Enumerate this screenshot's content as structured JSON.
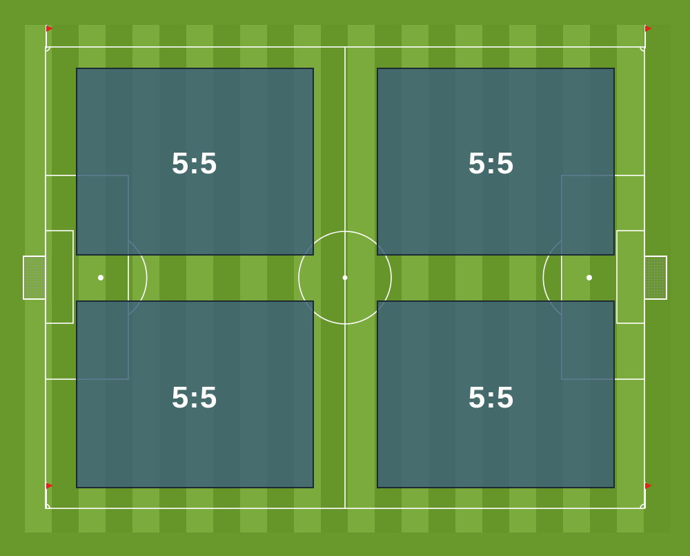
{
  "pitch": {
    "colors": {
      "outer_background": "#69992d",
      "stripe_light": "#7aab3c",
      "stripe_dark": "#66962a",
      "lines": "#ffffff",
      "zone_fill": "#3c5f7a",
      "zone_border": "#1c2a33",
      "flag": "#e2231a"
    }
  },
  "zones": [
    {
      "label": "5:5"
    },
    {
      "label": "5:5"
    },
    {
      "label": "5:5"
    },
    {
      "label": "5:5"
    }
  ],
  "goals": [
    {
      "side": "left"
    },
    {
      "side": "right"
    }
  ],
  "corner_flags": [
    {
      "corner": "top-left"
    },
    {
      "corner": "top-right"
    },
    {
      "corner": "bottom-left"
    },
    {
      "corner": "bottom-right"
    }
  ]
}
